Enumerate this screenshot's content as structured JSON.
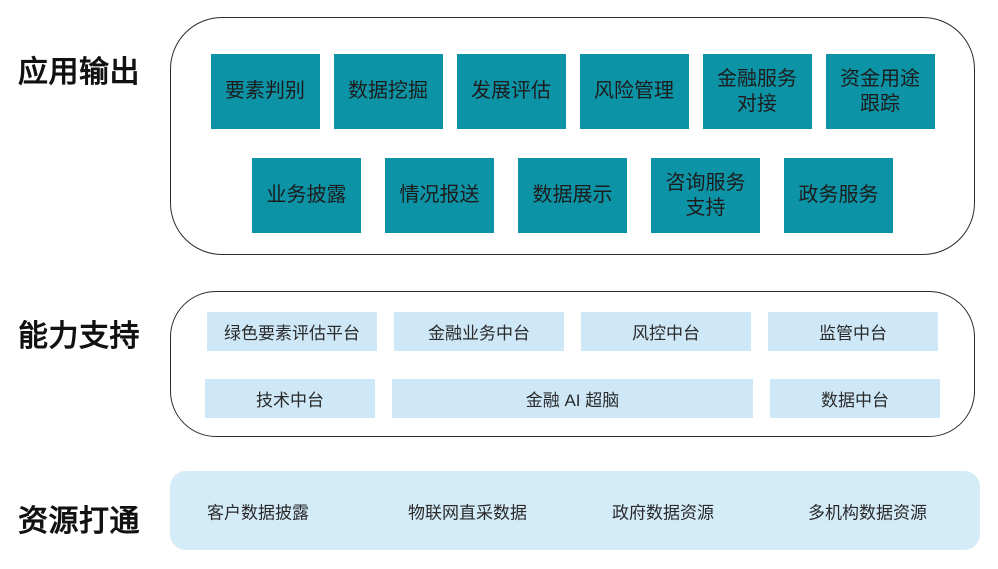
{
  "sections": {
    "app_output": {
      "label": "应用输出",
      "row1": [
        "要素判别",
        "数据挖掘",
        "发展评估",
        "风险管理",
        "金融服务\n对接",
        "资金用途\n跟踪"
      ],
      "row2": [
        "业务披露",
        "情况报送",
        "数据展示",
        "咨询服务\n支持",
        "政务服务"
      ]
    },
    "capability": {
      "label": "能力支持",
      "row1": [
        "绿色要素评估平台",
        "金融业务中台",
        "风控中台",
        "监管中台"
      ],
      "row2": [
        "技术中台",
        "金融 AI 超脑",
        "数据中台"
      ]
    },
    "resources": {
      "label": "资源打通",
      "items": [
        "客户数据披露",
        "物联网直采数据",
        "政府数据资源",
        "多机构数据资源"
      ]
    }
  },
  "colors": {
    "teal": "#0d93a6",
    "light_blue": "#cfe8f7",
    "band_blue": "#d4ebf8",
    "border": "#2e2a28",
    "label_black": "#111111",
    "box_text": "#1c1c1c"
  }
}
